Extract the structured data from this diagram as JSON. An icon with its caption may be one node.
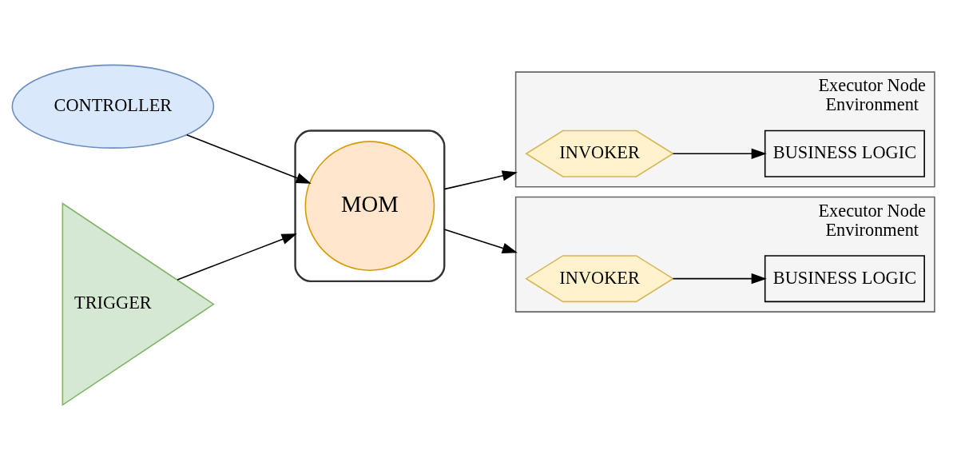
{
  "diagram": {
    "nodes": [
      {
        "text": [
          "CONTROLLER"
        ]
      },
      {
        "text": [
          "TRIGGER"
        ]
      },
      {
        "text": [],
        "shape": "bracket"
      },
      {
        "text": [
          "MOM"
        ],
        "in": 2
      },
      {
        "text": [
          "Executor Node",
          "Environment"
        ]
      },
      {
        "text": [
          "INVOKER"
        ],
        "in": 4
      },
      {
        "text": [
          "BUSINESS LOGIC"
        ],
        "in": 4
      },
      {
        "text": [
          "Executor Node",
          "Environment"
        ]
      },
      {
        "text": [
          "INVOKER"
        ],
        "in": 7
      },
      {
        "text": [
          "BUSINESS LOGIC"
        ],
        "in": 7
      }
    ],
    "edges": [
      {
        "from": 0,
        "to": 3,
        "arrow": "to"
      },
      {
        "from": 1,
        "to": 2,
        "arrow": "to"
      },
      {
        "from": 2,
        "to": 4,
        "arrow": "to"
      },
      {
        "from": 5,
        "to": 6,
        "arrow": "to"
      },
      {
        "from": 2,
        "to": 7,
        "arrow": "to"
      },
      {
        "from": 8,
        "to": 9,
        "arrow": "to"
      }
    ]
  }
}
